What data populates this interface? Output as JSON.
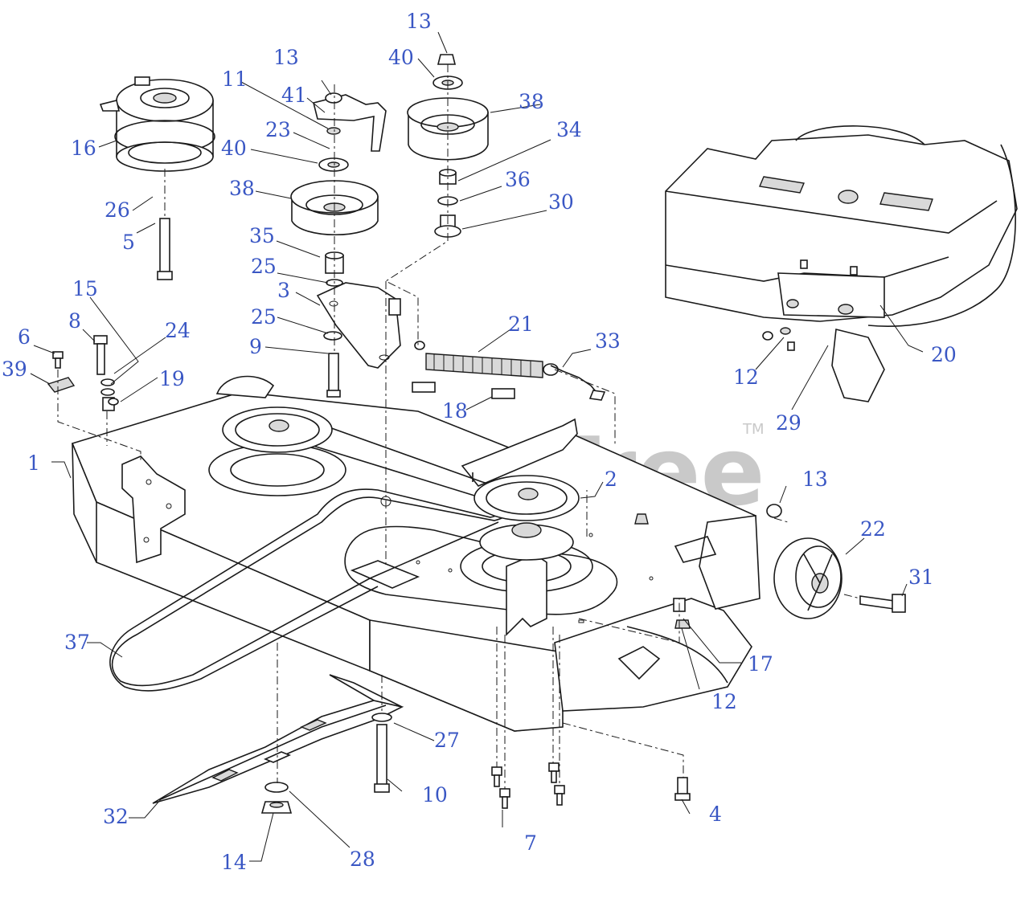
{
  "watermark": {
    "text": "PartsTree",
    "mark": "TM"
  },
  "callouts": [
    {
      "id": "c1",
      "label": "1"
    },
    {
      "id": "c2",
      "label": "2"
    },
    {
      "id": "c3",
      "label": "3"
    },
    {
      "id": "c4",
      "label": "4"
    },
    {
      "id": "c5",
      "label": "5"
    },
    {
      "id": "c6",
      "label": "6"
    },
    {
      "id": "c7",
      "label": "7"
    },
    {
      "id": "c8",
      "label": "8"
    },
    {
      "id": "c9",
      "label": "9"
    },
    {
      "id": "c10",
      "label": "10"
    },
    {
      "id": "c11",
      "label": "11"
    },
    {
      "id": "c12a",
      "label": "12"
    },
    {
      "id": "c12b",
      "label": "12"
    },
    {
      "id": "c13a",
      "label": "13"
    },
    {
      "id": "c13b",
      "label": "13"
    },
    {
      "id": "c13c",
      "label": "13"
    },
    {
      "id": "c14",
      "label": "14"
    },
    {
      "id": "c15",
      "label": "15"
    },
    {
      "id": "c16",
      "label": "16"
    },
    {
      "id": "c17",
      "label": "17"
    },
    {
      "id": "c18",
      "label": "18"
    },
    {
      "id": "c19",
      "label": "19"
    },
    {
      "id": "c20",
      "label": "20"
    },
    {
      "id": "c21",
      "label": "21"
    },
    {
      "id": "c22",
      "label": "22"
    },
    {
      "id": "c23",
      "label": "23"
    },
    {
      "id": "c24",
      "label": "24"
    },
    {
      "id": "c25a",
      "label": "25"
    },
    {
      "id": "c25b",
      "label": "25"
    },
    {
      "id": "c26",
      "label": "26"
    },
    {
      "id": "c27",
      "label": "27"
    },
    {
      "id": "c28",
      "label": "28"
    },
    {
      "id": "c29",
      "label": "29"
    },
    {
      "id": "c30",
      "label": "30"
    },
    {
      "id": "c31",
      "label": "31"
    },
    {
      "id": "c32",
      "label": "32"
    },
    {
      "id": "c33",
      "label": "33"
    },
    {
      "id": "c34",
      "label": "34"
    },
    {
      "id": "c35",
      "label": "35"
    },
    {
      "id": "c36",
      "label": "36"
    },
    {
      "id": "c37",
      "label": "37"
    },
    {
      "id": "c38a",
      "label": "38"
    },
    {
      "id": "c38b",
      "label": "38"
    },
    {
      "id": "c39",
      "label": "39"
    },
    {
      "id": "c40a",
      "label": "40"
    },
    {
      "id": "c40b",
      "label": "40"
    },
    {
      "id": "c41",
      "label": "41"
    }
  ]
}
